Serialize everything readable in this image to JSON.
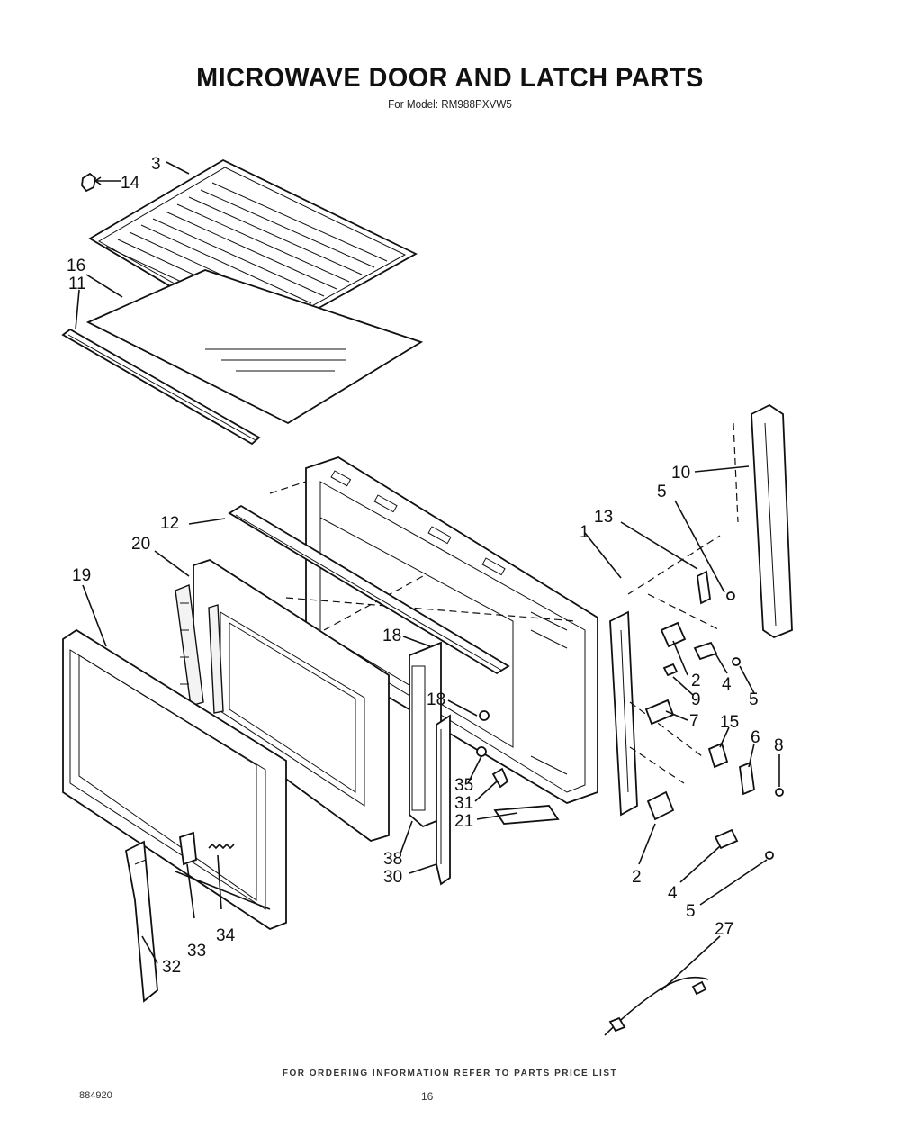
{
  "title": "MICROWAVE DOOR AND LATCH PARTS",
  "subtitle": "For Model: RM988PXVW5",
  "callouts": [
    "14",
    "3",
    "16",
    "11",
    "12",
    "20",
    "19",
    "18",
    "18",
    "35",
    "31",
    "21",
    "38",
    "30",
    "33",
    "34",
    "32",
    "10",
    "5",
    "13",
    "1",
    "2",
    "4",
    "5",
    "9",
    "7",
    "15",
    "6",
    "8",
    "2",
    "4",
    "5",
    "27"
  ],
  "footer_note": "FOR ORDERING INFORMATION REFER TO PARTS PRICE LIST",
  "doc_number": "884920",
  "page_number": "16"
}
